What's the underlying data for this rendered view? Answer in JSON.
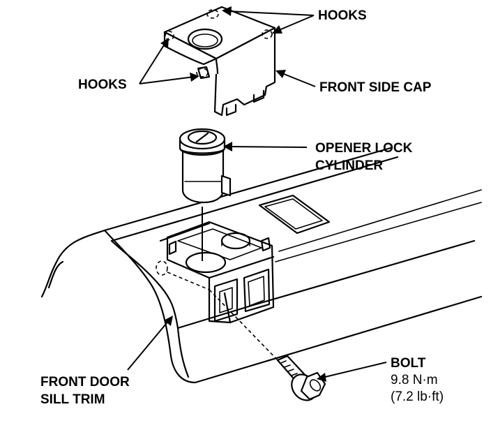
{
  "labels": {
    "hooks_top": "HOOKS",
    "hooks_left": "HOOKS",
    "front_side_cap": "FRONT SIDE CAP",
    "opener_lock_line1": "OPENER LOCK",
    "opener_lock_line2": "CYLINDER",
    "bolt_title": "BOLT",
    "bolt_torque_nm": "9.8 N·m",
    "bolt_torque_lbft": "(7.2 lb·ft)",
    "sill_trim_line1": "FRONT DOOR",
    "sill_trim_line2": "SILL TRIM"
  }
}
